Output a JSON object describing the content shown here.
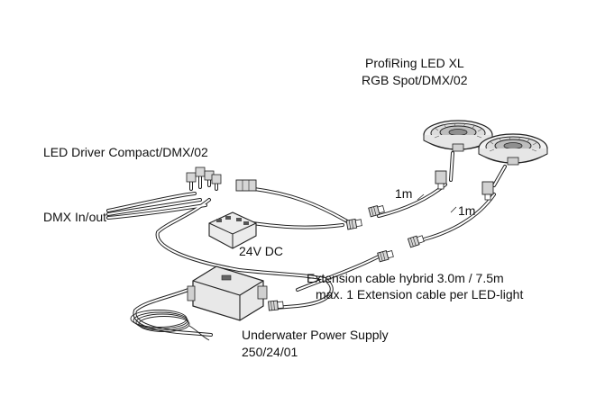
{
  "labels": {
    "profiring_line1": "ProfiRing  LED XL",
    "profiring_line2": "RGB  Spot/DMX/02",
    "led_driver": "LED Driver Compact/DMX/02",
    "dmx": "DMX In/out",
    "dc": "24V DC",
    "length_a": "1m",
    "length_b": "1m",
    "ext_line1": "Extension cable hybrid 3.0m / 7.5m",
    "ext_line2": "max. 1 Extension cable per LED-light",
    "psu_line1": "Underwater Power Supply",
    "psu_line2": "250/24/01"
  },
  "components": [
    {
      "name": "ProfiRing LED XL spot",
      "icon": "ring-light-icon"
    },
    {
      "name": "ProfiRing LED XL spot",
      "icon": "ring-light-icon"
    },
    {
      "name": "LED Driver Compact",
      "icon": "driver-box-icon"
    },
    {
      "name": "Underwater Power Supply",
      "icon": "power-supply-icon"
    }
  ],
  "colors": {
    "line": "#222222",
    "cable_fill": "#ffffff",
    "device_fill": "#e8e8e8"
  }
}
